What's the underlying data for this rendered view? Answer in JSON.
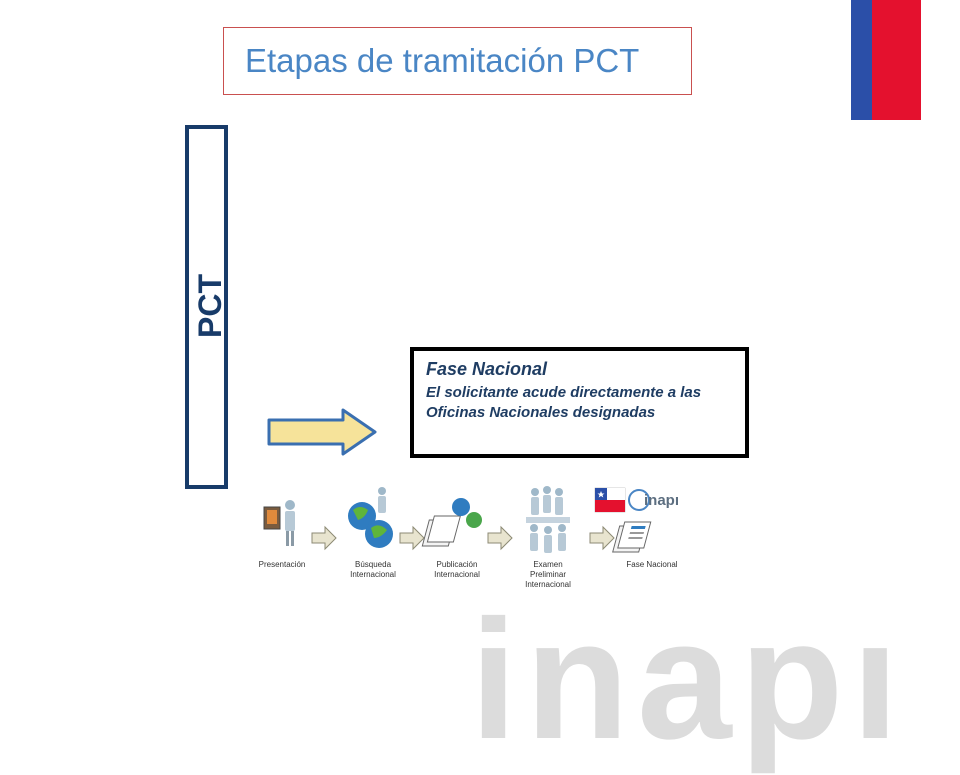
{
  "title": "Etapas de tramitación PCT",
  "sidebar_label": "PCT",
  "fase_box": {
    "title": "Fase Nacional",
    "description": "El solicitante acude directamente a las Oficinas Nacionales designadas"
  },
  "process_steps": [
    {
      "id": "presentacion",
      "lines": [
        "Presentación"
      ]
    },
    {
      "id": "busqueda",
      "lines": [
        "Búsqueda",
        "Internacional"
      ]
    },
    {
      "id": "publicacion",
      "lines": [
        "Publicación",
        "Internacional"
      ]
    },
    {
      "id": "examen",
      "lines": [
        "Examen",
        "Preliminar",
        "Internacional"
      ]
    },
    {
      "id": "fase-nacional",
      "lines": [
        "Fase Nacional"
      ]
    }
  ],
  "logo_text": "inapı",
  "watermark_text": "inapı",
  "colors": {
    "flag_blue": "#2b4fa8",
    "flag_red": "#e4112e",
    "title": "#4a86c5",
    "pct_bar": "#183b69",
    "arrow_fill": "#f6e39a"
  }
}
